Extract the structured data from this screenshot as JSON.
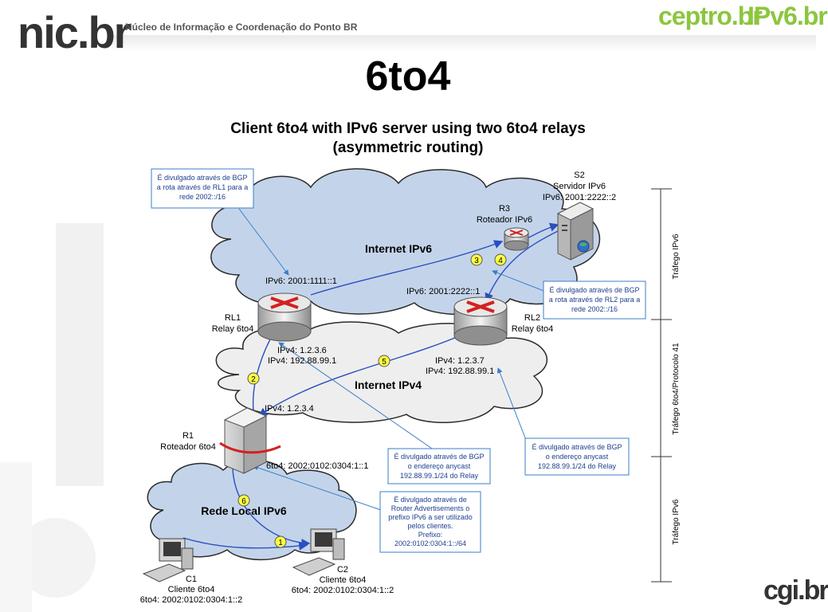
{
  "header": {
    "logo_left": "nic.br",
    "org_name": "Núcleo de Informação e Coordenação do Ponto BR",
    "logo_ceptro": "ceptro.br",
    "logo_ipv6": "IPv6.br",
    "logo_bottom": "cgi.br"
  },
  "title": "6to4",
  "subtitle_line1": "Client 6to4 with IPv6 server using two 6to4 relays",
  "subtitle_line2": "(asymmetric routing)",
  "clouds": {
    "ipv6_internet": "Internet IPv6",
    "ipv4_internet": "Internet IPv4",
    "local_ipv6": "Rede Local IPv6"
  },
  "nodes": {
    "s2": {
      "line1": "S2",
      "line2": "Servidor IPv6",
      "line3": "IPv6: 2001:2222::2"
    },
    "r3": {
      "line1": "R3",
      "line2": "Roteador IPv6"
    },
    "rl1": {
      "line1": "RL1",
      "line2": "Relay 6to4",
      "ipv6": "IPv6: 2001:1111::1",
      "ipv4a": "IPv4: 1.2.3.6",
      "ipv4b": "IPv4: 192.88.99.1"
    },
    "rl2": {
      "line1": "RL2",
      "line2": "Relay 6to4",
      "ipv6": "IPv6: 2001:2222::1",
      "ipv4a": "IPv4: 1.2.3.7",
      "ipv4b": "IPv4: 192.88.99.1"
    },
    "r1": {
      "line1": "R1",
      "line2": "Roteador 6to4",
      "ipv4": "IPv4: 1.2.3.4",
      "sixto4": "6to4: 2002:0102:0304:1::1"
    },
    "c1": {
      "line1": "C1",
      "line2": "Cliente 6to4",
      "line3": "6to4: 2002:0102:0304:1::2"
    },
    "c2": {
      "line1": "C2",
      "line2": "Cliente 6to4",
      "line3": "6to4: 2002:0102:0304:1::2"
    }
  },
  "notes": {
    "bgp_rl1": [
      "É divulgado através de BGP",
      "a rota através de RL1 para a",
      "rede 2002::/16"
    ],
    "bgp_rl2": [
      "É divulgado através de BGP",
      "a rota através de RL2 para a",
      "rede 2002::/16"
    ],
    "anycast_mid": [
      "É divulgado através de BGP",
      "o endereço anycast",
      "192.88.99.1/24 do Relay"
    ],
    "anycast_right": [
      "É divulgado através de BGP",
      "o endereço anycast",
      "192.88.99.1/24 do Relay"
    ],
    "router_adv": [
      "É divulgado através de",
      "Router Advertisements o",
      "prefixo IPv6 a ser utilizado",
      "pelos clientes.",
      "Prefixo:",
      "2002:0102:0304:1::/64"
    ]
  },
  "steps": [
    "1",
    "2",
    "3",
    "4",
    "5",
    "6"
  ],
  "traffic": {
    "top": "Tráfego IPv6",
    "middle": "Tráfego 6to4/Protocolo 41",
    "bottom": "Tráfego IPv6"
  },
  "colors": {
    "cloud_blue": "#c3d4ea",
    "cloud_gray": "#eeeeee",
    "arrow": "#2a4fbf",
    "note_border": "#3a7fc8",
    "step_fill": "#ffff44",
    "accent_green": "#8cc63f",
    "router_red": "#d42020"
  }
}
